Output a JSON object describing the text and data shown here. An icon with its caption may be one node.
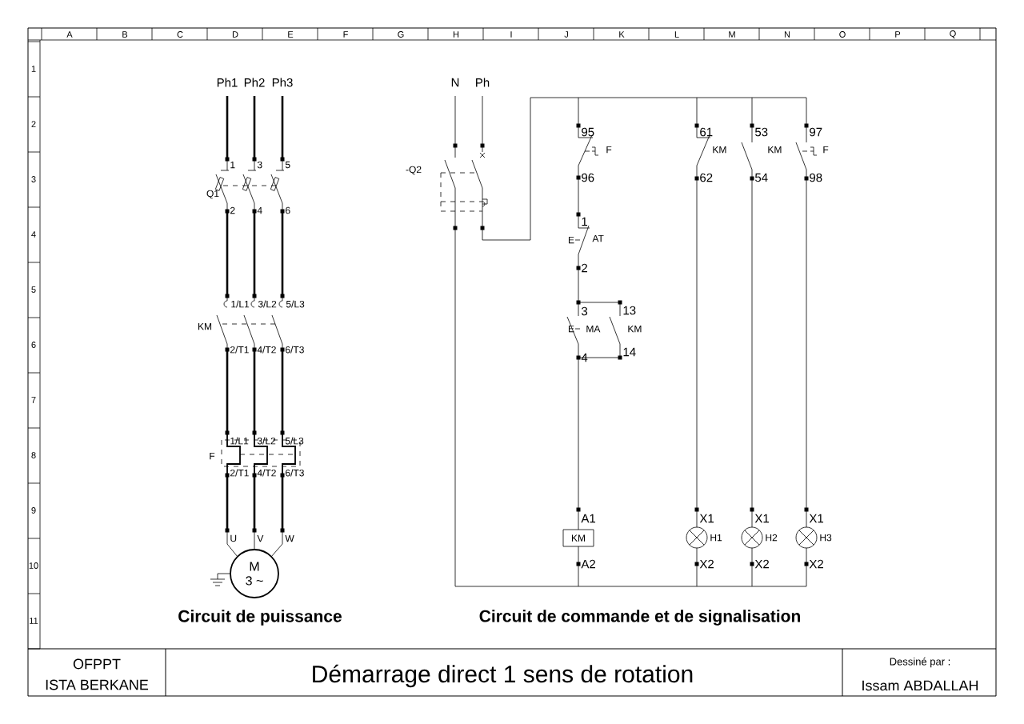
{
  "diagram": {
    "title": "Démarrage direct 1 sens de rotation",
    "nodes": [
      {
        "text": [
          "M",
          "3 ~"
        ]
      },
      {
        "text": [
          "KM"
        ]
      },
      {
        "text": [],
        "shape": "circle",
        "beside": [
          "H1"
        ]
      },
      {
        "text": [],
        "shape": "circle",
        "beside": [
          "H2"
        ]
      },
      {
        "text": [],
        "shape": "circle",
        "beside": [
          "H3"
        ]
      }
    ],
    "edges": [],
    "labels": [
      "A",
      "B",
      "C",
      "D",
      "E",
      "F",
      "G",
      "H",
      "I",
      "J",
      "K",
      "L",
      "M",
      "N",
      "O",
      "P",
      "Q",
      "1",
      "2",
      "3",
      "4",
      "5",
      "6",
      "7",
      "8",
      "9",
      "10",
      "11",
      "Ph1",
      "Ph2",
      "Ph3",
      "1",
      "3",
      "5",
      "Q1",
      "2",
      "4",
      "6",
      "1/L1",
      "3/L2",
      "5/L3",
      "KM",
      "2/T1",
      "4/T2",
      "6/T3",
      "1/L1",
      "3/L2",
      "5/L3",
      "F",
      "2/T1",
      "4/T2",
      "6/T3",
      "U",
      "V",
      "W",
      "N",
      "Ph",
      "-Q2",
      "95",
      "F",
      "96",
      "1",
      "E",
      "AT",
      "2",
      "3",
      "13",
      "E",
      "MA",
      "KM",
      "4",
      "14",
      "61",
      "KM",
      "62",
      "53",
      "KM",
      "54",
      "97",
      "F",
      "98",
      "A1",
      "A2",
      "X1",
      "X1",
      "X1",
      "X2",
      "X2",
      "X2",
      "Circuit de puissance",
      "Circuit de commande et de signalisation",
      "OFPPT",
      "ISTA BERKANE",
      "Dessiné par :",
      "Issam ABDALLAH"
    ]
  }
}
